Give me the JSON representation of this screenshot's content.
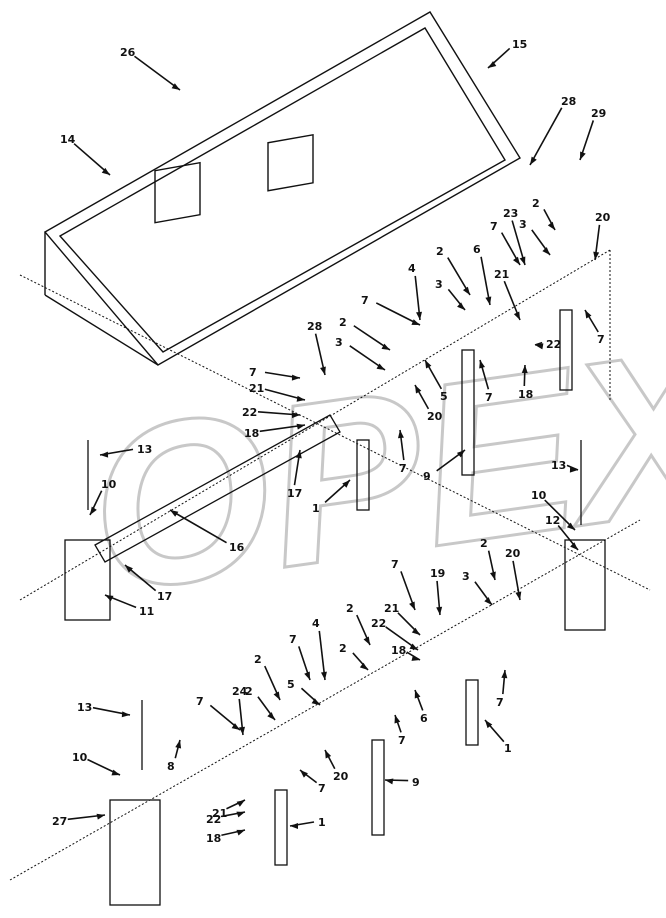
{
  "watermark": "OPEX",
  "callouts": [
    "26",
    "15",
    "14",
    "28",
    "29",
    "2",
    "23",
    "20",
    "7",
    "3",
    "2",
    "6",
    "4",
    "3",
    "21",
    "7",
    "22",
    "18",
    "5",
    "7",
    "7",
    "2",
    "3",
    "28",
    "7",
    "21",
    "22",
    "18",
    "20",
    "7",
    "9",
    "17",
    "1",
    "13",
    "10",
    "16",
    "11",
    "17",
    "13",
    "10",
    "12",
    "20",
    "2",
    "19",
    "7",
    "3",
    "21",
    "22",
    "18",
    "2",
    "2",
    "4",
    "7",
    "5",
    "6",
    "7",
    "1",
    "2",
    "24",
    "2",
    "7",
    "20",
    "7",
    "9",
    "7",
    "13",
    "10",
    "8",
    "27",
    "21",
    "22",
    "18",
    "1"
  ]
}
